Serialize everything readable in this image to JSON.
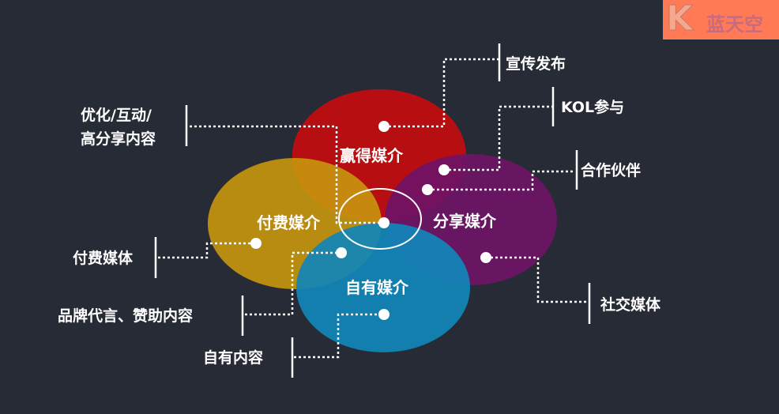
{
  "logo": {
    "letter": "K",
    "name": "蓝天空"
  },
  "circles": {
    "earned": "赢得媒介",
    "paid": "付费媒介",
    "shared": "分享媒介",
    "owned": "自有媒介"
  },
  "labels": {
    "publish": "宣传发布",
    "kol": "KOL参与",
    "partner": "合作伙伴",
    "optimize_1": "优化/互动/",
    "optimize_2": "高分享内容",
    "paid_media": "付费媒体",
    "brand": "品牌代言、赞助内容",
    "owned_content": "自有内容",
    "social": "社交媒体"
  },
  "colors": {
    "earned": "#c40c10",
    "paid": "#c8960c",
    "shared": "#74116a",
    "owned": "#0f8ec4",
    "background": "#272b35"
  }
}
